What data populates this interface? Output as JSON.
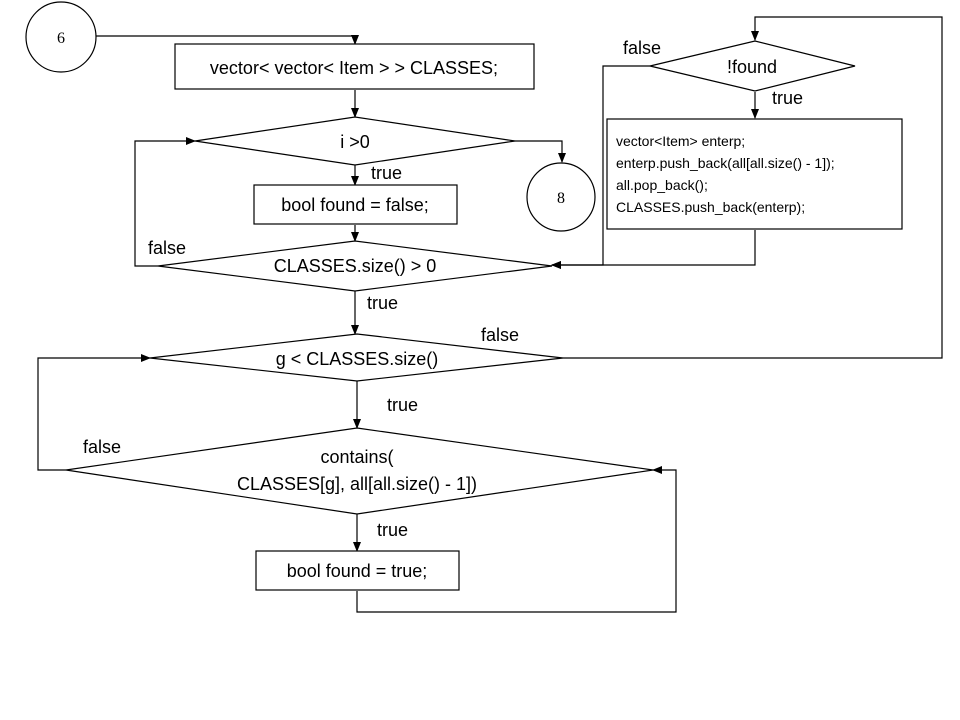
{
  "connectors": {
    "start": "6",
    "end": "8"
  },
  "nodes": {
    "declare_classes": "vector< vector< Item > > CLASSES;",
    "cond_i": "i >0",
    "init_found": "bool found = false;",
    "cond_classes_size": "CLASSES.size() > 0",
    "cond_g": "g < CLASSES.size()",
    "cond_contains_line1": "contains(",
    "cond_contains_line2": "CLASSES[g], all[all.size() - 1])",
    "set_found": "bool found = true;",
    "cond_not_found": "!found",
    "new_class_lines": [
      "vector<Item> enterp;",
      "enterp.push_back(all[all.size() - 1]);",
      "all.pop_back();",
      "CLASSES.push_back(enterp);"
    ]
  },
  "edge_labels": {
    "i_true": "true",
    "classes_false": "false",
    "classes_true": "true",
    "g_false": "false",
    "g_true": "true",
    "contains_false": "false",
    "contains_true": "true",
    "notfound_false": "false",
    "notfound_true": "true"
  }
}
